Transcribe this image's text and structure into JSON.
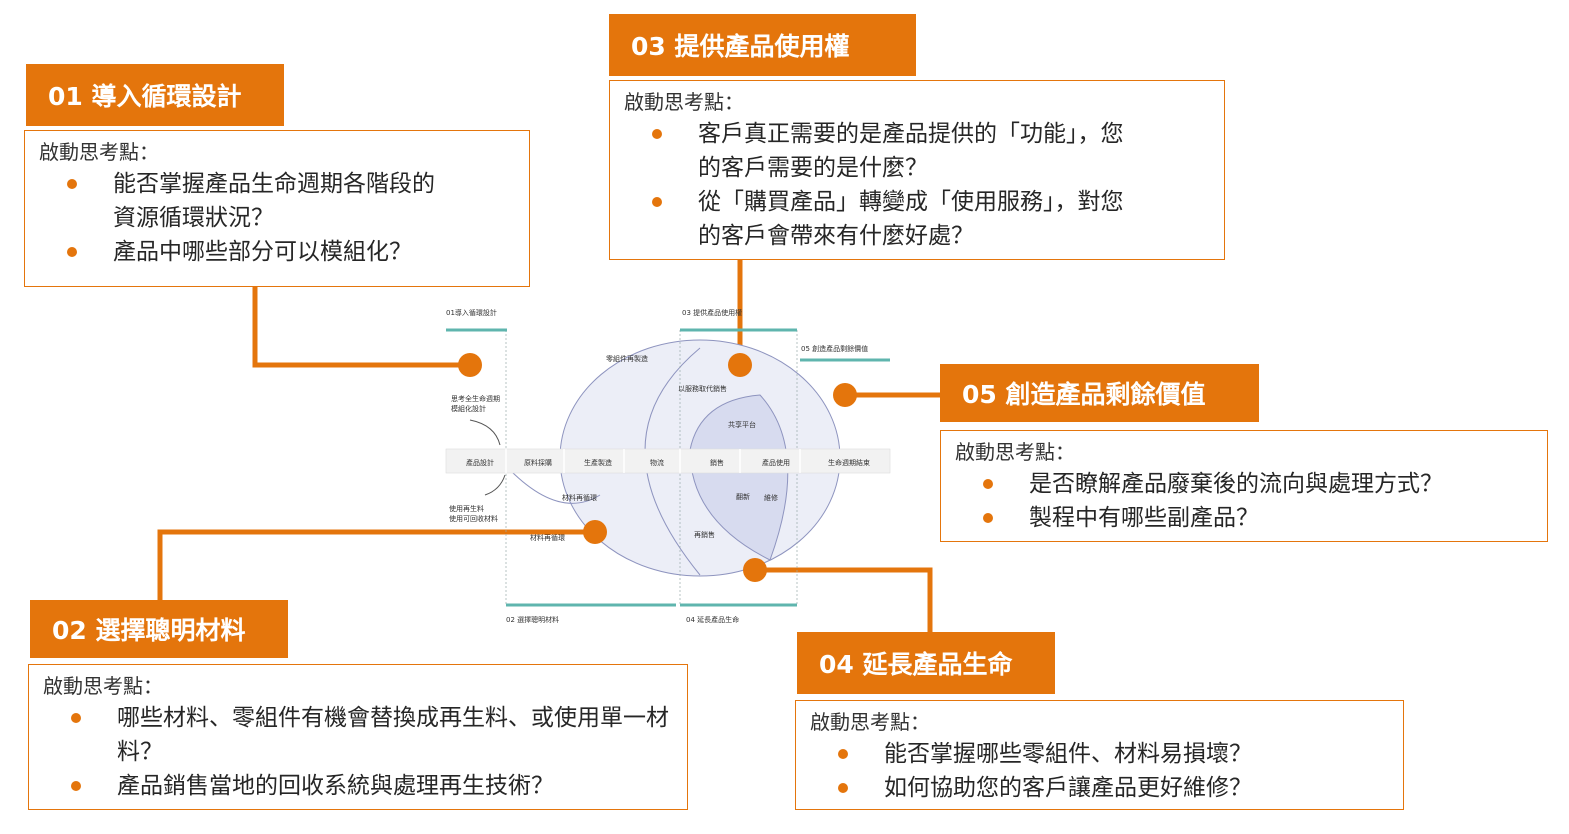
{
  "colors": {
    "accent": "#e4750c",
    "teal": "#5fb5ae",
    "lavender": "#cfd3ea"
  },
  "lead_label": "啟動思考點：",
  "cards": [
    {
      "id": "01",
      "title": "01 導入循環設計",
      "points": [
        "能否掌握產品生命週期各階段的資源循環狀況？",
        "產品中哪些部分可以模組化？"
      ]
    },
    {
      "id": "02",
      "title": "02 選擇聰明材料",
      "points": [
        "哪些材料、零組件有機會替換成再生料、或使用單一材料？",
        "產品銷售當地的回收系統與處理再生技術？"
      ]
    },
    {
      "id": "03",
      "title": "03 提供產品使用權",
      "points": [
        "客戶真正需要的是產品提供的「功能」，您的客戶需要的是什麼？",
        "從「購買產品」轉變成「使用服務」，對您的客戶會帶來有什麼好處？"
      ]
    },
    {
      "id": "04",
      "title": "04 延長產品生命",
      "points": [
        "能否掌握哪些零組件、材料易損壞？",
        "如何協助您的客戶讓產品更好維修？"
      ]
    },
    {
      "id": "05",
      "title": "05 創造產品剩餘價值",
      "points": [
        "是否瞭解產品廢棄後的流向與處理方式？",
        "製程中有哪些副產品？"
      ]
    }
  ],
  "diagram": {
    "section_labels": [
      "01導入循環設計",
      "03 提供產品使用權",
      "05 創造產品剩餘價值",
      "02 選擇聰明材料",
      "04 延長產品生命"
    ],
    "stages": [
      "產品設計",
      "原料採購",
      "生產製造",
      "物流",
      "銷售",
      "產品使用",
      "生命週期結束"
    ],
    "notes": [
      "零組件再製造",
      "以服務取代銷售",
      "共享平台",
      "思考全生命週期",
      "模組化設計",
      "使用再生料",
      "使用可回收材料",
      "材料再循環",
      "材料再循環",
      "翻新",
      "維修",
      "再銷售"
    ]
  }
}
